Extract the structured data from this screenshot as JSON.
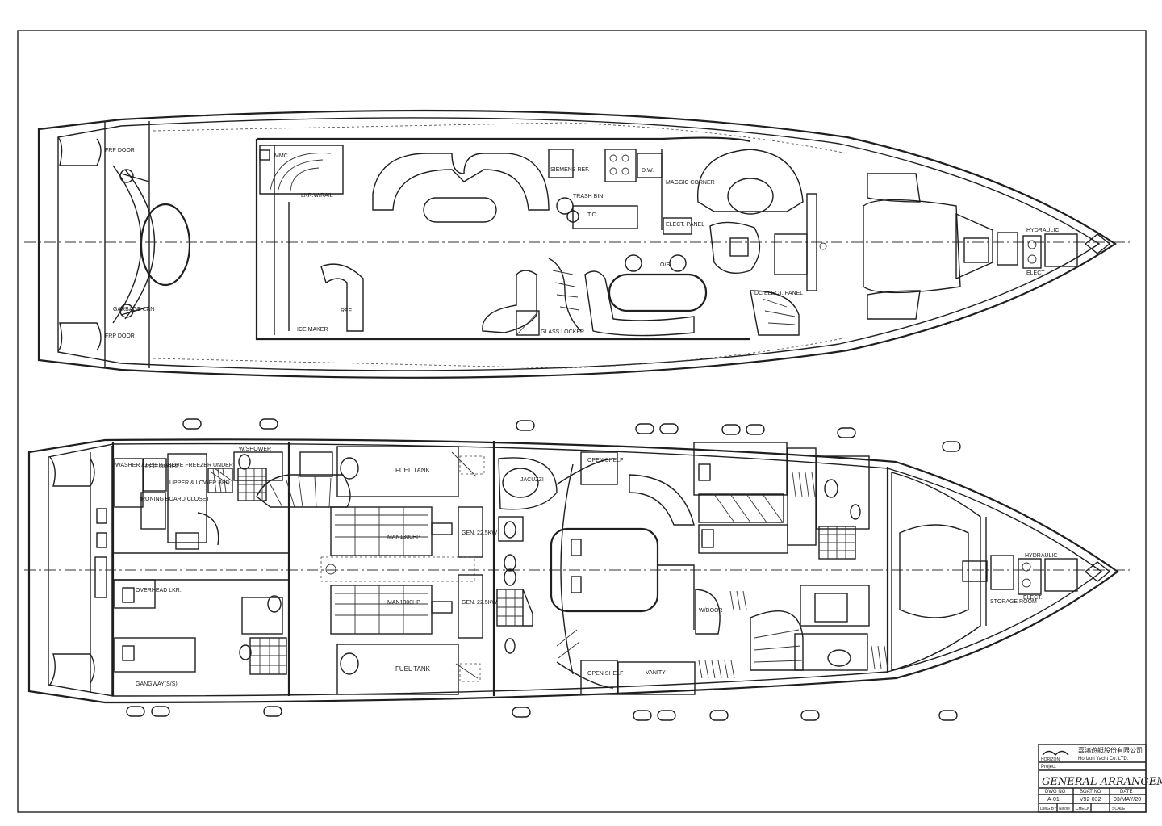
{
  "upper_deck": {
    "labels": {
      "frp_door_top": "FRP DOOR",
      "frp_door_bottom": "FRP DOOR",
      "garbage_can": "GARBAGE CAN",
      "mmc": "MMC",
      "lkr_w_rail": "LKR.W/RAIL",
      "ref": "REF.",
      "ice_maker": "ICE MAKER",
      "siemens_ref": "SIEMENS REF.",
      "trash_bin": "TRASH BIN",
      "tc": "T.C.",
      "dw": "D.W.",
      "maggic_corner": "MAGGIC CORNER",
      "elect_panel": "ELECT. PANEL",
      "os": "O/S",
      "glass_locker": "GLASS LOCKER",
      "dc_elect_panel": "DC ELECT. PANEL",
      "hydraulic": "HYDRAULIC",
      "elect": "ELECT."
    }
  },
  "lower_deck": {
    "labels": {
      "washer_dryer": "WASHER /DRYER ABOVE FREEZER UNDER",
      "ref_under": "REF. UNDER",
      "upper_lower_bed": "UPPER & LOWER BED",
      "ironing_board": "IRONING BOARD CLOSET",
      "w_shower": "W/SHOWER",
      "fuel_tank_top": "FUEL TANK",
      "fuel_tank_bottom": "FUEL TANK",
      "man_1": "MAN1300HP",
      "man_2": "MAN1300HP",
      "gen_1": "GEN. 22.5KW",
      "gen_2": "GEN. 22.5KW",
      "jacuzzi": "JACUZZI",
      "open_shelf_top": "OPEN SHELF",
      "open_shelf_bottom": "OPEN SHELF",
      "vanity": "VANITY",
      "overhead_lkr": "OVERHEAD LKR.",
      "gangway": "GANGWAY(S/S)",
      "wdoor": "W/DOOR",
      "storage_room": "STORAGE ROOM",
      "hydraulic": "HYDRAULIC",
      "elect": "ELECT."
    }
  },
  "title_block": {
    "company_cn": "嘉鴻遊艇股份有限公司",
    "company_en": "Horizon Yacht Co. LTD.",
    "logo_text": "HORIZON",
    "project_label": "Project",
    "drawing_title": "GENERAL ARRANGEMENT",
    "dwg_no_label": "DWG NO",
    "boat_no_label": "BOAT NO",
    "date_label": "DATE",
    "dwg_no": "A-01",
    "boat_no": "V92-032",
    "date": "03/MAY/20",
    "dwg_by_label": "DWG BY",
    "dwg_by": "Nicole",
    "check_label": "CHECK",
    "scale_label": "SCALE"
  }
}
